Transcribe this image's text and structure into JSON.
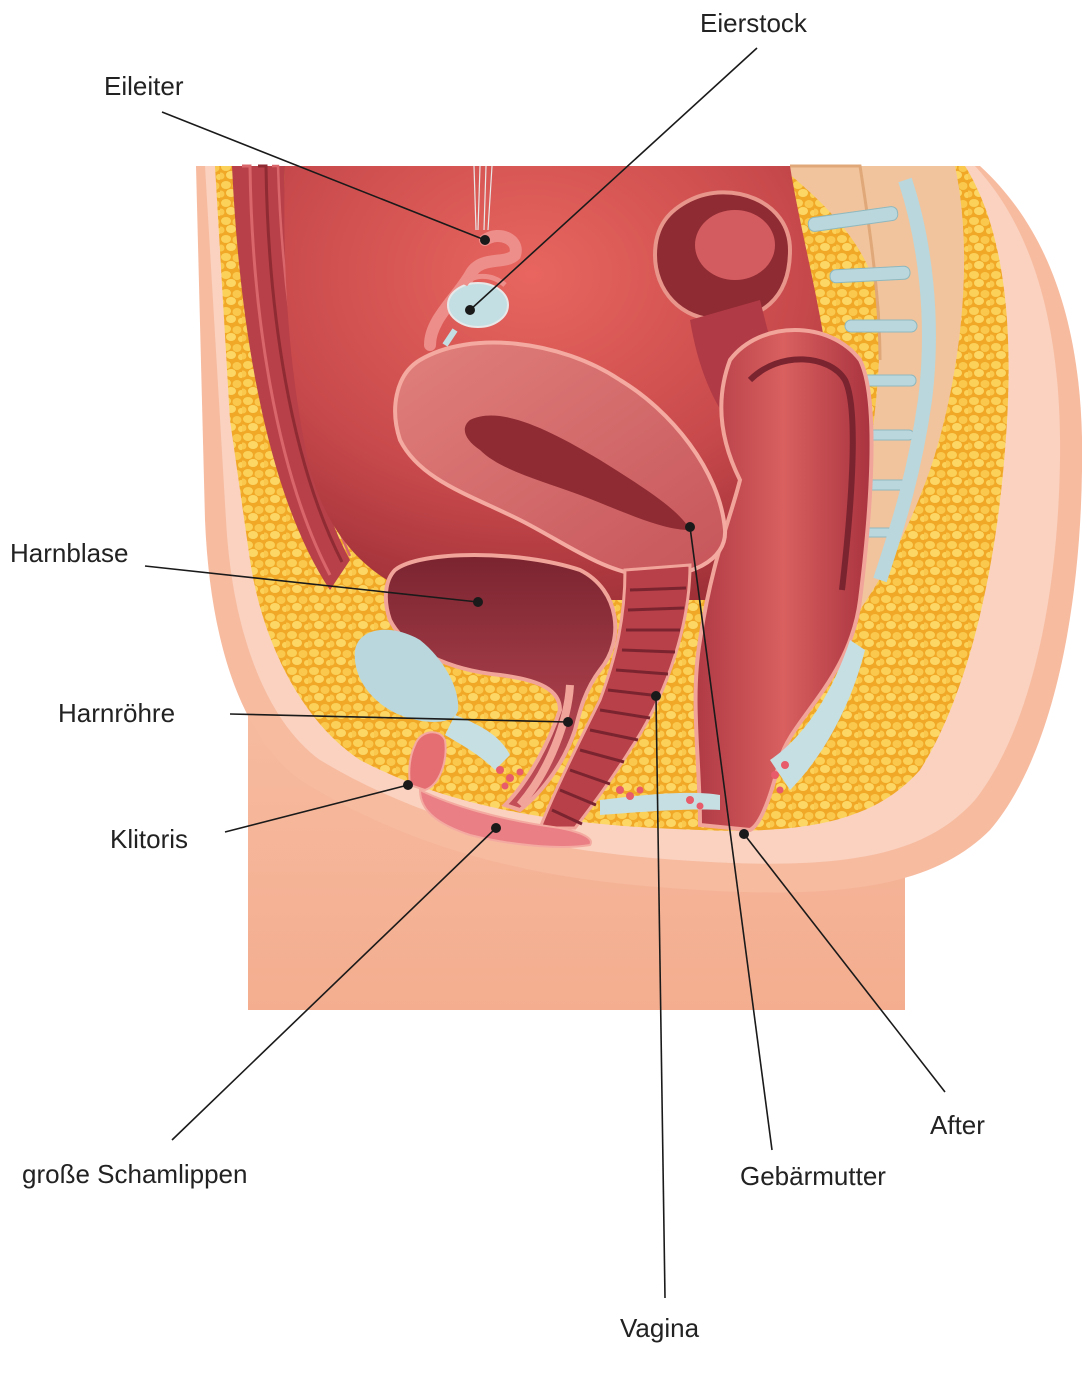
{
  "labels": {
    "eileiter": "Eileiter",
    "eierstock": "Eierstock",
    "harnblase": "Harnblase",
    "harnroehre": "Harnröhre",
    "klitoris": "Klitoris",
    "grosse_schamlippen": "große Schamlippen",
    "vagina": "Vagina",
    "gebaermutter": "Gebärmutter",
    "after": "After"
  },
  "colors": {
    "skin": "#f6b89c",
    "skin_light": "#fbd0bc",
    "fat": "#f3b22e",
    "fat_cell": "#f9c84d",
    "organ_red": "#c8504f",
    "organ_dark": "#8f2b33",
    "organ_light": "#e77a72",
    "cartilage": "#b9d7dc",
    "bone": "#f1c49d",
    "line": "#1a1a1a"
  }
}
